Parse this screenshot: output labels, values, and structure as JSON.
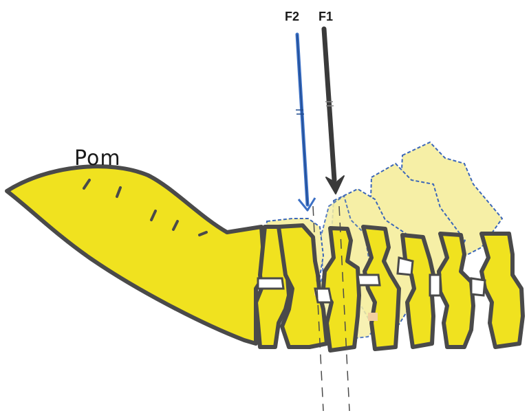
{
  "labels": {
    "f1": "F1",
    "f2": "F2",
    "structure": "Pom"
  },
  "colors": {
    "bone": "#f0e21f",
    "bone_light": "#f6efa6",
    "outline": "#4a4a4a",
    "blue_outline": "#3c67b8",
    "f1_arrow": "#3a3a3a",
    "f2_arrow": "#3b6fc4",
    "background": "#ffffff"
  }
}
